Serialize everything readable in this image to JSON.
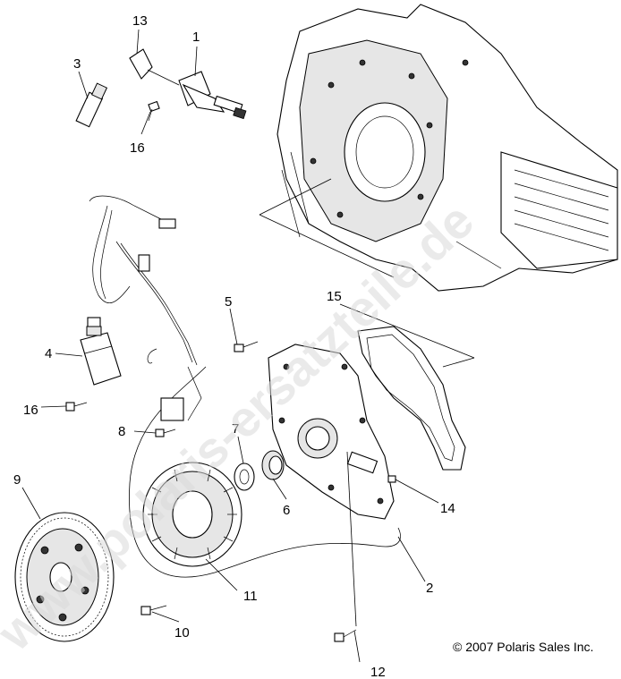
{
  "watermark": "www.polaris-ersatzteile.de",
  "copyright": "© 2007 Polaris Sales Inc.",
  "callouts": {
    "c1": "1",
    "c2": "2",
    "c3": "3",
    "c4": "4",
    "c5": "5",
    "c6": "6",
    "c7": "7",
    "c8": "8",
    "c9": "9",
    "c10": "10",
    "c11": "11",
    "c12": "12",
    "c13": "13",
    "c14": "14",
    "c15": "15",
    "c16a": "16",
    "c16b": "16"
  }
}
